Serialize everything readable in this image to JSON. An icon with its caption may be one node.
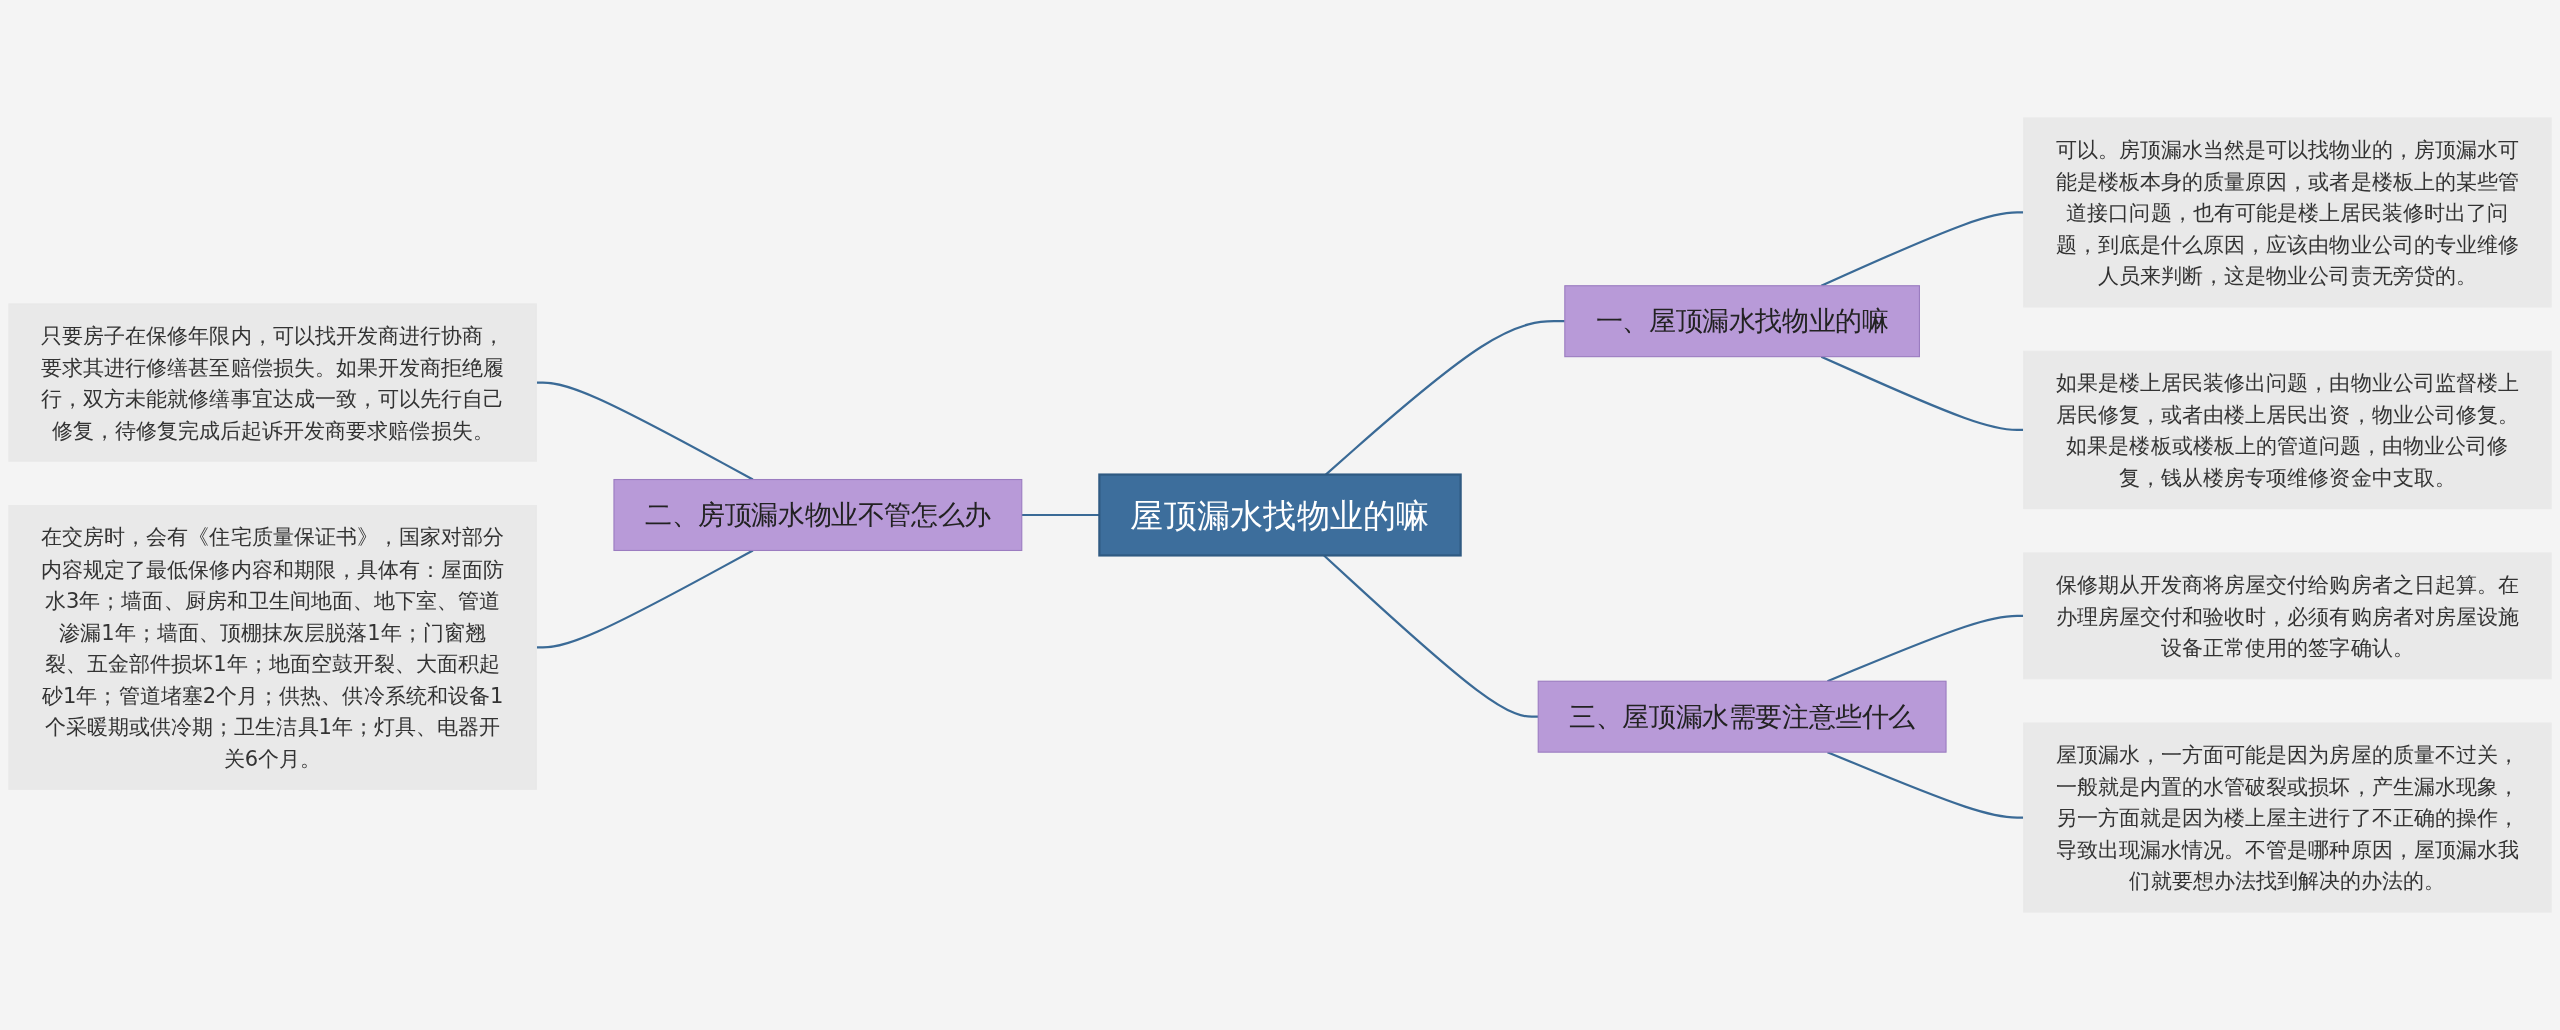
{
  "diagram": {
    "nodes": [
      {
        "text": [
          "屋顶漏水找物业的嘛"
        ]
      },
      {
        "text": [
          "一、屋顶漏水找物业的嘛"
        ]
      },
      {
        "text": [
          "可以。房顶漏水当然是可以找物业的，房顶漏水可能是楼板本身的质量原因，或者是楼板上的某些管道接口问题，也有可能是楼上居民装修时出了问题，到底是什么原因，应该由物业公司的专业维修人员来判断，这是物业公司责无旁贷的。"
        ]
      },
      {
        "text": [
          "如果是楼上居民装修出问题，由物业公司监督楼上居民修复，或者由楼上居民出资，物业公司修复。如果是楼板或楼板上的管道问题，由物业公司修复，钱从楼房专项维修资金中支取。"
        ]
      },
      {
        "text": [
          "二、房顶漏水物业不管怎么办"
        ]
      },
      {
        "text": [
          "只要房子在保修年限内，可以找开发商进行协商，要求其进行修缮甚至赔偿损失。如果开发商拒绝履行，双方未能就修缮事宜达成一致，可以先行自己修复，待修复完成后起诉开发商要求赔偿损失。"
        ]
      },
      {
        "text": [
          "在交房时，会有《住宅质量保证书》，国家对部分内容规定了最低保修内容和期限，具体有：屋面防水3年；墙面、厨房和卫生间地面、地下室、管道渗漏1年；墙面、顶棚抹灰层脱落1年；门窗翘裂、五金部件损坏1年；地面空鼓开裂、大面积起砂1年；管道堵塞2个月；供热、供冷系统和设备1个采暖期或供冷期；卫生洁具1年；灯具、电器开关6个月。"
        ]
      },
      {
        "text": [
          "三、屋顶漏水需要注意些什么"
        ]
      },
      {
        "text": [
          "保修期从开发商将房屋交付给购房者之日起算。在办理房屋交付和验收时，必须有购房者对房屋设施设备正常使用的签字确认。"
        ]
      },
      {
        "text": [
          "屋顶漏水，一方面可能是因为房屋的质量不过关，一般就是内置的水管破裂或损坏，产生漏水现象，另一方面就是因为楼上屋主进行了不正确的操作，导致出现漏水情况。不管是哪种原因，屋顶漏水我们就要想办法找到解决的办法的。"
        ]
      }
    ],
    "edges": [
      {
        "from": 0,
        "to": 1,
        "arrow": "none"
      },
      {
        "from": 1,
        "to": 2,
        "arrow": "none"
      },
      {
        "from": 1,
        "to": 3,
        "arrow": "none"
      },
      {
        "from": 0,
        "to": 4,
        "arrow": "none"
      },
      {
        "from": 4,
        "to": 5,
        "arrow": "none"
      },
      {
        "from": 4,
        "to": 6,
        "arrow": "none"
      },
      {
        "from": 0,
        "to": 7,
        "arrow": "none"
      },
      {
        "from": 7,
        "to": 8,
        "arrow": "none"
      },
      {
        "from": 7,
        "to": 9,
        "arrow": "none"
      }
    ]
  }
}
